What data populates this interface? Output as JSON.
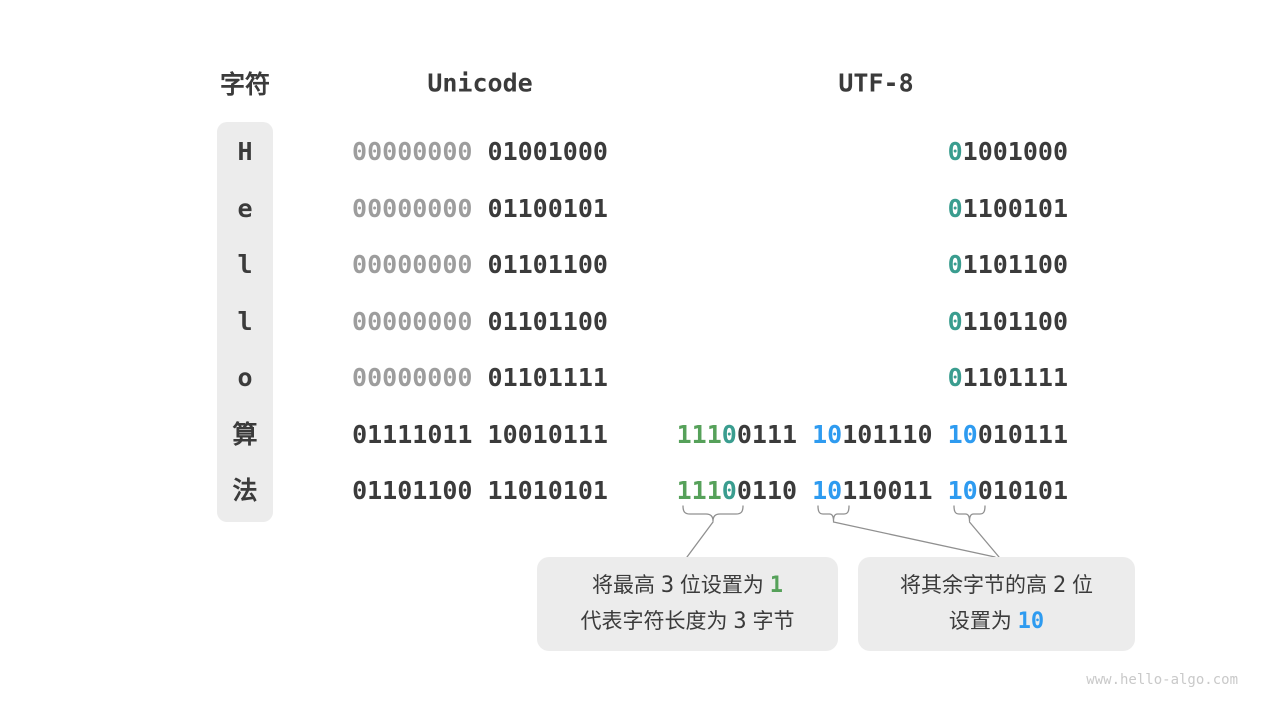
{
  "colors": {
    "dark": "#3b3b3b",
    "muted": "#9d9d9d",
    "green": "#56a15a",
    "teal": "#3a9d8f",
    "blue": "#2e9bf0",
    "box_bg": "#ececec",
    "annotation_line": "#909090",
    "watermark": "#c9c9c9"
  },
  "headers": {
    "char": "字符",
    "unicode": "Unicode",
    "utf8": "UTF-8"
  },
  "rows": [
    {
      "char": "H",
      "unicode": [
        {
          "text": "00000000",
          "c": "muted"
        },
        {
          "text": " 01001000",
          "c": "dark"
        }
      ],
      "utf8": [
        {
          "text": "0",
          "c": "teal"
        },
        {
          "text": "1001000",
          "c": "dark"
        }
      ]
    },
    {
      "char": "e",
      "unicode": [
        {
          "text": "00000000",
          "c": "muted"
        },
        {
          "text": " 01100101",
          "c": "dark"
        }
      ],
      "utf8": [
        {
          "text": "0",
          "c": "teal"
        },
        {
          "text": "1100101",
          "c": "dark"
        }
      ]
    },
    {
      "char": "l",
      "unicode": [
        {
          "text": "00000000",
          "c": "muted"
        },
        {
          "text": " 01101100",
          "c": "dark"
        }
      ],
      "utf8": [
        {
          "text": "0",
          "c": "teal"
        },
        {
          "text": "1101100",
          "c": "dark"
        }
      ]
    },
    {
      "char": "l",
      "unicode": [
        {
          "text": "00000000",
          "c": "muted"
        },
        {
          "text": " 01101100",
          "c": "dark"
        }
      ],
      "utf8": [
        {
          "text": "0",
          "c": "teal"
        },
        {
          "text": "1101100",
          "c": "dark"
        }
      ]
    },
    {
      "char": "o",
      "unicode": [
        {
          "text": "00000000",
          "c": "muted"
        },
        {
          "text": " 01101111",
          "c": "dark"
        }
      ],
      "utf8": [
        {
          "text": "0",
          "c": "teal"
        },
        {
          "text": "1101111",
          "c": "dark"
        }
      ]
    },
    {
      "char": "算",
      "unicode": [
        {
          "text": "01111011 10010111",
          "c": "dark"
        }
      ],
      "utf8": [
        {
          "text": "111",
          "c": "green"
        },
        {
          "text": "0",
          "c": "teal"
        },
        {
          "text": "0111 ",
          "c": "dark"
        },
        {
          "text": "10",
          "c": "blue"
        },
        {
          "text": "101110 ",
          "c": "dark"
        },
        {
          "text": "10",
          "c": "blue"
        },
        {
          "text": "010111",
          "c": "dark"
        }
      ]
    },
    {
      "char": "法",
      "unicode": [
        {
          "text": "01101100 11010101",
          "c": "dark"
        }
      ],
      "utf8": [
        {
          "text": "111",
          "c": "green"
        },
        {
          "text": "0",
          "c": "teal"
        },
        {
          "text": "0110 ",
          "c": "dark"
        },
        {
          "text": "10",
          "c": "blue"
        },
        {
          "text": "110011 ",
          "c": "dark"
        },
        {
          "text": "10",
          "c": "blue"
        },
        {
          "text": "010101",
          "c": "dark"
        }
      ]
    }
  ],
  "callouts": [
    {
      "lines": [
        [
          {
            "text": "将最高 ",
            "c": "dark"
          },
          {
            "text": "3",
            "c": "dark",
            "mono": true
          },
          {
            "text": " 位设置为 ",
            "c": "dark"
          },
          {
            "text": "1",
            "c": "green",
            "mono": true,
            "bold": true
          }
        ],
        [
          {
            "text": "代表字符长度为 ",
            "c": "dark"
          },
          {
            "text": "3",
            "c": "dark",
            "mono": true
          },
          {
            "text": " 字节",
            "c": "dark"
          }
        ]
      ]
    },
    {
      "lines": [
        [
          {
            "text": "将其余字节的高 ",
            "c": "dark"
          },
          {
            "text": "2",
            "c": "dark",
            "mono": true
          },
          {
            "text": " 位",
            "c": "dark"
          }
        ],
        [
          {
            "text": "设置为 ",
            "c": "dark"
          },
          {
            "text": "10",
            "c": "blue",
            "mono": true,
            "bold": true
          }
        ]
      ]
    }
  ],
  "watermark": "www.hello-algo.com"
}
